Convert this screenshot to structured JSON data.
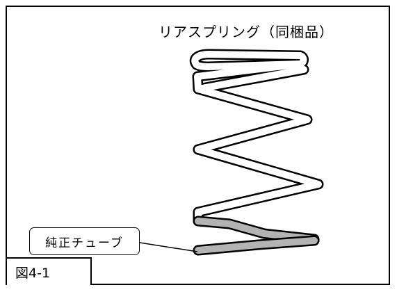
{
  "title": "リアスプリング（同梱品）",
  "callout": "純正チューブ",
  "figure_label": "図4-1",
  "colors": {
    "outline": "#000000",
    "coil_fill": "#ffffff",
    "tube_fill": "#b3b3b3"
  }
}
